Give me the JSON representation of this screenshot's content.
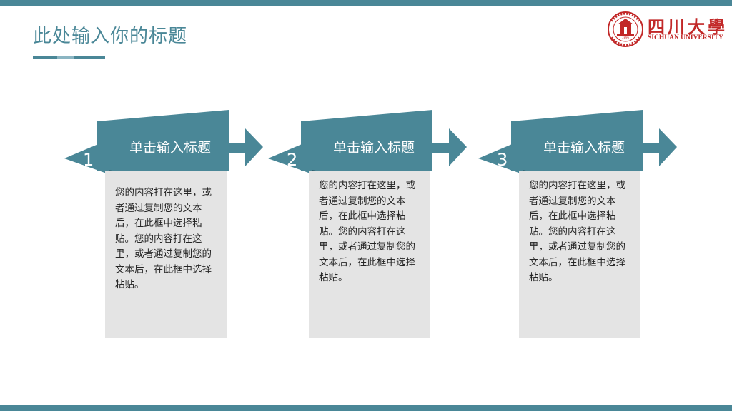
{
  "page": {
    "title": "此处输入你的标题"
  },
  "logo": {
    "name_cn": "四川大學",
    "name_en": "SICHUAN UNIVERSITY",
    "year": "1896"
  },
  "colors": {
    "accent": "#4a8797",
    "accent_dark": "#336b7a",
    "accent_light": "#8bb5c2",
    "card_bg": "#e4e4e4",
    "logo_red": "#c22828"
  },
  "steps": [
    {
      "number": "1",
      "heading": "单击输入标题",
      "text": "您的内容打在这里，或者通过复制您的文本后，在此框中选择粘贴。您的内容打在这里，或者通过复制您的文本后，在此框中选择粘贴。"
    },
    {
      "number": "2",
      "heading": "单击输入标题",
      "text": "您的内容打在这里，或者通过复制您的文本后，在此框中选择粘贴。您的内容打在这里，或者通过复制您的文本后，在此框中选择粘贴。"
    },
    {
      "number": "3",
      "heading": "单击输入标题",
      "text": "您的内容打在这里，或者通过复制您的文本后，在此框中选择粘贴。您的内容打在这里，或者通过复制您的文本后，在此框中选择粘贴。"
    }
  ]
}
